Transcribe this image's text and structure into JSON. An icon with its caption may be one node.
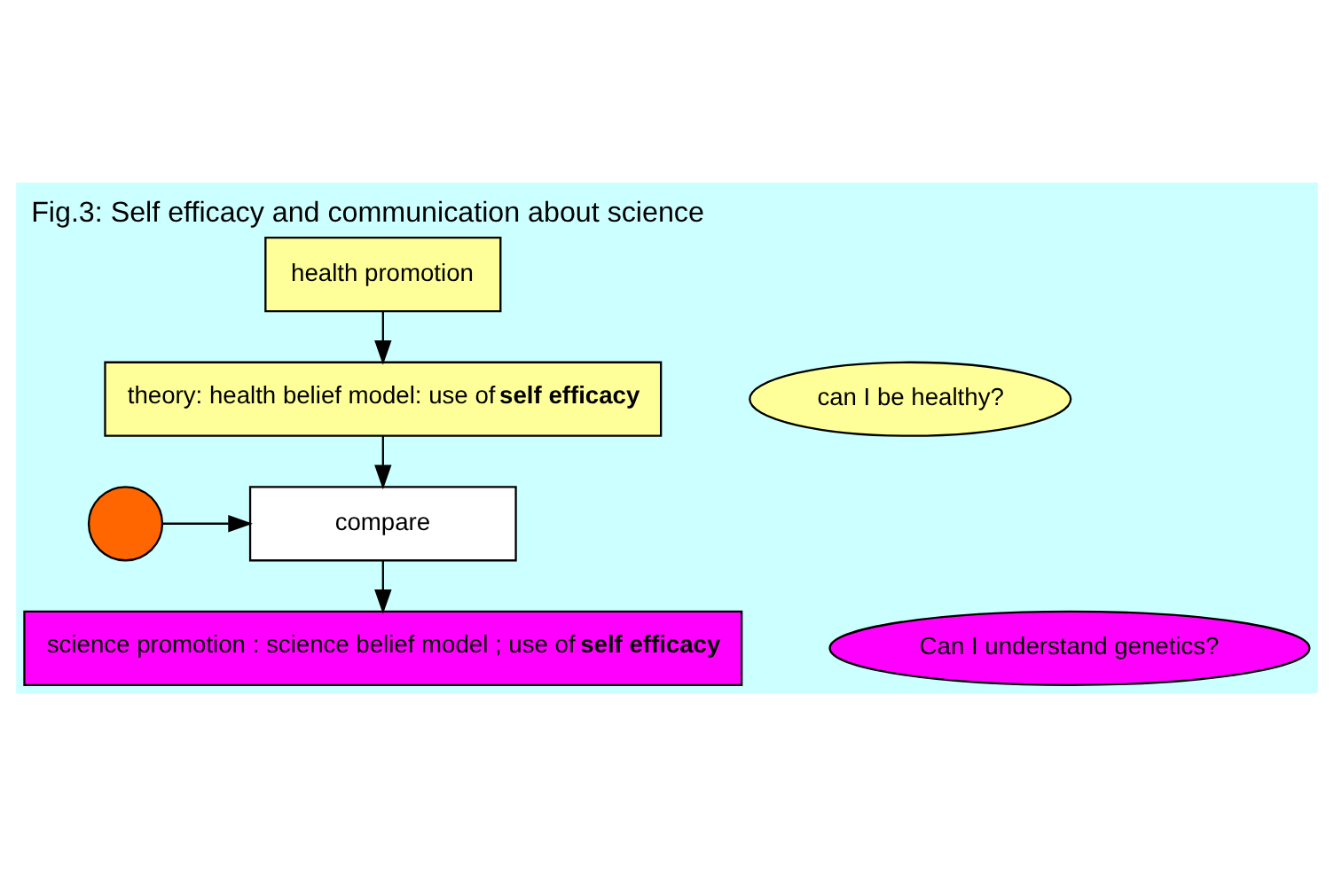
{
  "diagram": {
    "title": "Fig.3: Self efficacy and communication about science",
    "nodes": [
      {
        "text": [
          "health promotion"
        ]
      },
      {
        "text": [
          "theory: health belief model: use of **self efficacy**"
        ]
      },
      {
        "text": [
          "can I be healthy?"
        ]
      },
      {
        "text": [
          "compare"
        ]
      },
      {
        "text": [],
        "shape": "circle"
      },
      {
        "text": [
          "science promotion : science belief model ; use of **self efficacy**"
        ]
      },
      {
        "text": [
          "Can I understand genetics?"
        ]
      }
    ],
    "edges": [
      {
        "from": 0,
        "to": 1,
        "arrow": "to"
      },
      {
        "from": 1,
        "to": 3,
        "arrow": "to"
      },
      {
        "from": 4,
        "to": 3,
        "arrow": "to"
      },
      {
        "from": 3,
        "to": 5,
        "arrow": "to"
      }
    ]
  }
}
